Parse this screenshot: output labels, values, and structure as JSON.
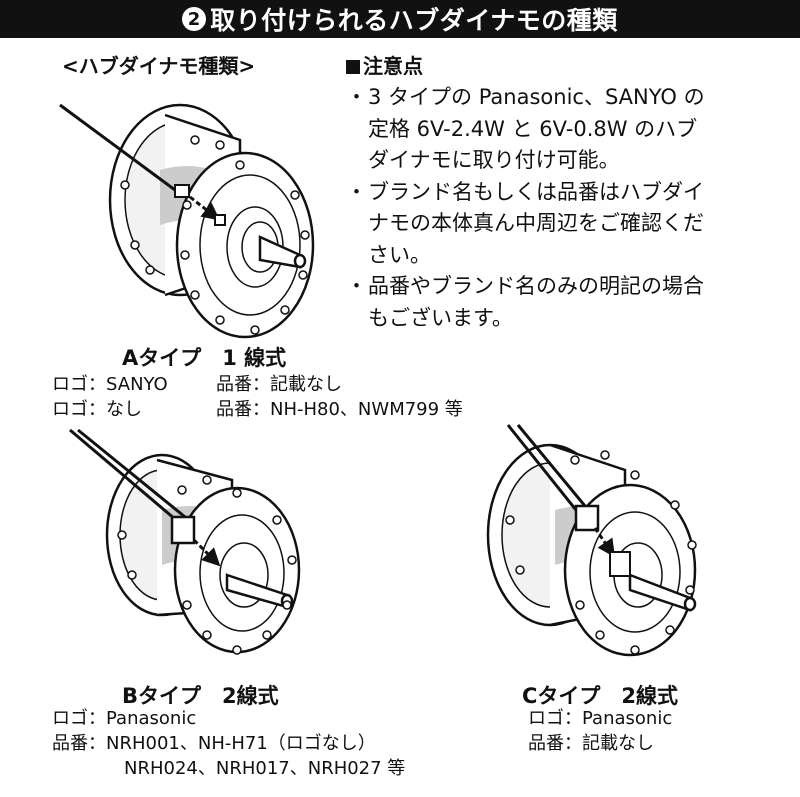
{
  "header": {
    "number": "2",
    "title": "取り付けられるハブダイナモの種類"
  },
  "kinds_label": "<ハブダイナモ種類>",
  "notes": {
    "title": "注意点",
    "items": [
      {
        "bullet": "・",
        "lines": [
          "3 タイプの Panasonic、SANYO の",
          "定格 6V-2.4W と 6V-0.8W のハブ",
          "ダイナモに取り付け可能。"
        ]
      },
      {
        "bullet": "・",
        "lines": [
          "ブランド名もしくは品番はハブダイ",
          "ナモの本体真ん中周辺をご確認くだ",
          "さい。"
        ]
      },
      {
        "bullet": "・",
        "lines": [
          "品番やブランド名のみの明記の場合",
          "もございます。"
        ]
      }
    ]
  },
  "type_a": {
    "label": "Aタイプ　1 線式",
    "rows": [
      {
        "logo": "ロゴ：SANYO",
        "part": "品番：記載なし"
      },
      {
        "logo": "ロゴ：なし",
        "part": "品番：NH-H80、NWM799 等"
      }
    ]
  },
  "type_b": {
    "label": "Bタイプ　2線式",
    "logo": "ロゴ：Panasonic",
    "part1": "品番：NRH001、NH-H71（ロゴなし）",
    "part2": "NRH024、NRH017、NRH027 等"
  },
  "type_c": {
    "label": "Cタイプ　2線式",
    "logo": "ロゴ：Panasonic",
    "part": "品番：記載なし"
  },
  "icons": [
    "hub-a-illustration",
    "hub-b-illustration",
    "hub-c-illustration",
    "arrow-icon"
  ]
}
